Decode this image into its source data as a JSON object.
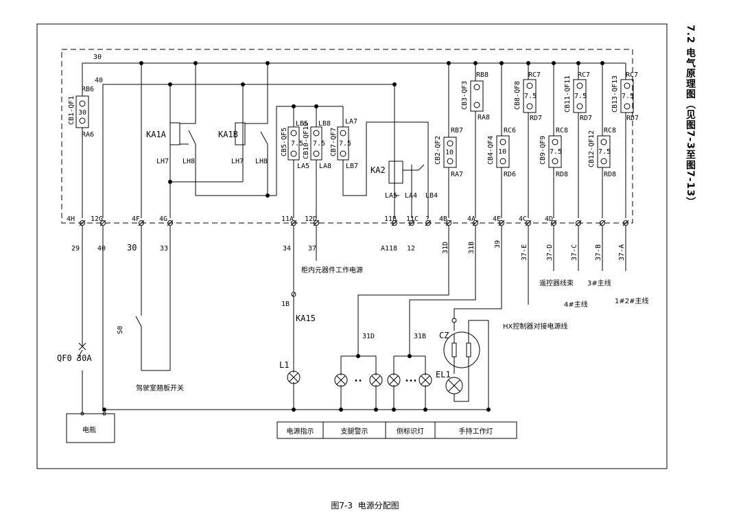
{
  "section_heading": "7.2 电气原理图（见图7-3至图7-13）",
  "caption": "图7-3  电源分配图",
  "wire_labels": {
    "w30": "30",
    "w40": "40"
  },
  "breakers": {
    "qf1": {
      "name": "CB1-QF1",
      "top": "RB6",
      "bottom": "RA6",
      "rating": "30"
    },
    "qf5": {
      "name": "CB5-QF5",
      "top": "LB5",
      "bottom": "LA5",
      "rating": "7.5"
    },
    "qf10": {
      "name": "CB10-QF10",
      "top": "LB8",
      "bottom": "LA8",
      "rating": "7.5"
    },
    "qf7": {
      "name": "CB7-QF7",
      "top": "LA7",
      "bottom": "LB7",
      "rating": "7.5"
    },
    "qf2": {
      "name": "CB2-QF2",
      "top": "RB7",
      "bottom": "RA7",
      "rating": "10"
    },
    "qf3": {
      "name": "CB3-QF3",
      "top": "RB8",
      "bottom": "RA8",
      "rating": ""
    },
    "qf4": {
      "name": "CB4-QF4",
      "top": "RC6",
      "bottom": "RD6",
      "rating": "10"
    },
    "qf8": {
      "name": "CB8-QF8",
      "top": "RC7",
      "bottom": "RD7",
      "rating": "7.5"
    },
    "qf9": {
      "name": "CB9-QF9",
      "top": "RC8",
      "bottom": "RD8",
      "rating": "7.5"
    },
    "qf11": {
      "name": "CB11-QF11",
      "top": "RC7",
      "bottom": "RD7",
      "rating": "7.5"
    },
    "qf12": {
      "name": "CB12-QF12",
      "top": "RC8",
      "bottom": "RD8",
      "rating": "7.5"
    },
    "qf13": {
      "name": "CB13-QF13",
      "top": "RC7",
      "bottom": "RD7",
      "rating": "7.5"
    }
  },
  "relays": {
    "ka1a": "KA1A",
    "ka1b": "KA1B",
    "ka2": "KA2",
    "lh7a": "LH7",
    "lh8a": "LH8",
    "lh7b": "LH7",
    "lh8b": "LH8",
    "la5": "LA5",
    "la4": "LA4",
    "lb4": "LB4"
  },
  "terminals": [
    "4H",
    "12G",
    "4F",
    "4G",
    "11A",
    "12D",
    "11B",
    "11C",
    "?",
    "4B",
    "4A",
    "4E",
    "4C",
    "4D"
  ],
  "wires_below": {
    "n29": "29",
    "n40": "40",
    "n30": "30",
    "n33": "33",
    "n34": "34",
    "n37": "37",
    "a118": "A118",
    "n12": "12",
    "n31d": "31D",
    "n31b": "31B",
    "n39": "39",
    "e37e": "37-E",
    "e37d": "37-D",
    "e37c": "37-C",
    "e37b": "37-B",
    "e37a": "37-A"
  },
  "notes": {
    "cabinet_power": "柜内元器件工作电源",
    "remote_harness": "遥控器线束",
    "main3": "3#主线",
    "main4": "4#主线",
    "main12": "1#2#主线",
    "hx": "HX控制器对接电源线",
    "cab_switch": "驾驶室翘板开关",
    "battery": "电瓶"
  },
  "bottom_parts": {
    "b1": "1B",
    "ka15": "KA15",
    "l1": "L1",
    "s0": "S0",
    "qf0": "QF0 30A",
    "w31d": "31D",
    "w31b": "31B",
    "cz": "CZ",
    "el1": "EL1"
  },
  "legend": [
    "电源指示",
    "支腿警示",
    "侧标识灯",
    "手持工作灯"
  ]
}
